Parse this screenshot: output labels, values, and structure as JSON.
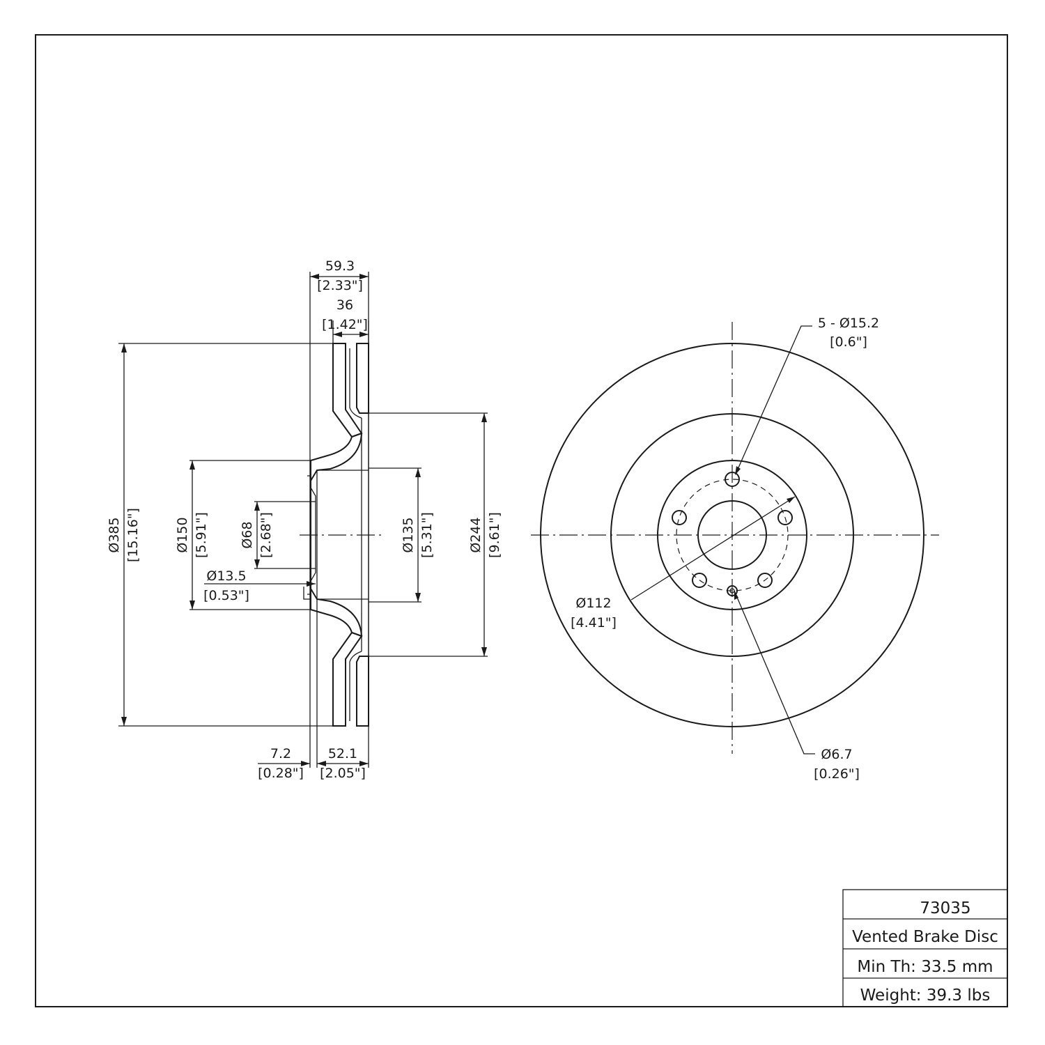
{
  "title_block": {
    "part_number": "73035",
    "description": "Vented Brake Disc",
    "min_thickness": "Min Th: 33.5 mm",
    "weight": "Weight: 39.3 lbs"
  },
  "side_view_dims": {
    "overall_width": {
      "mm": "59.3",
      "inch": "[2.33\"]"
    },
    "rotor_thickness": {
      "mm": "36",
      "inch": "[1.42\"]"
    },
    "outer_diameter": {
      "mm": "Ø385",
      "inch": "[15.16\"]"
    },
    "hat_diameter": {
      "mm": "Ø150",
      "inch": "[5.91\"]"
    },
    "center_bore": {
      "mm": "Ø68",
      "inch": "[2.68\"]"
    },
    "inner_hat_diameter": {
      "mm": "Ø135",
      "inch": "[5.31\"]"
    },
    "inner_friction_diameter": {
      "mm": "Ø244",
      "inch": "[9.61\"]"
    },
    "bolt_hole": {
      "mm": "Ø13.5",
      "inch": "[0.53\"]"
    },
    "hat_thickness": {
      "mm": "7.2",
      "inch": "[0.28\"]"
    },
    "hat_height": {
      "mm": "52.1",
      "inch": "[2.05\"]"
    }
  },
  "front_view_dims": {
    "bolt_holes": {
      "mm": "5 - Ø15.2",
      "inch": "[0.6\"]"
    },
    "bolt_circle": {
      "mm": "Ø112",
      "inch": "[4.41\"]"
    },
    "locator_hole": {
      "mm": "Ø6.7",
      "inch": "[0.26\"]"
    }
  }
}
